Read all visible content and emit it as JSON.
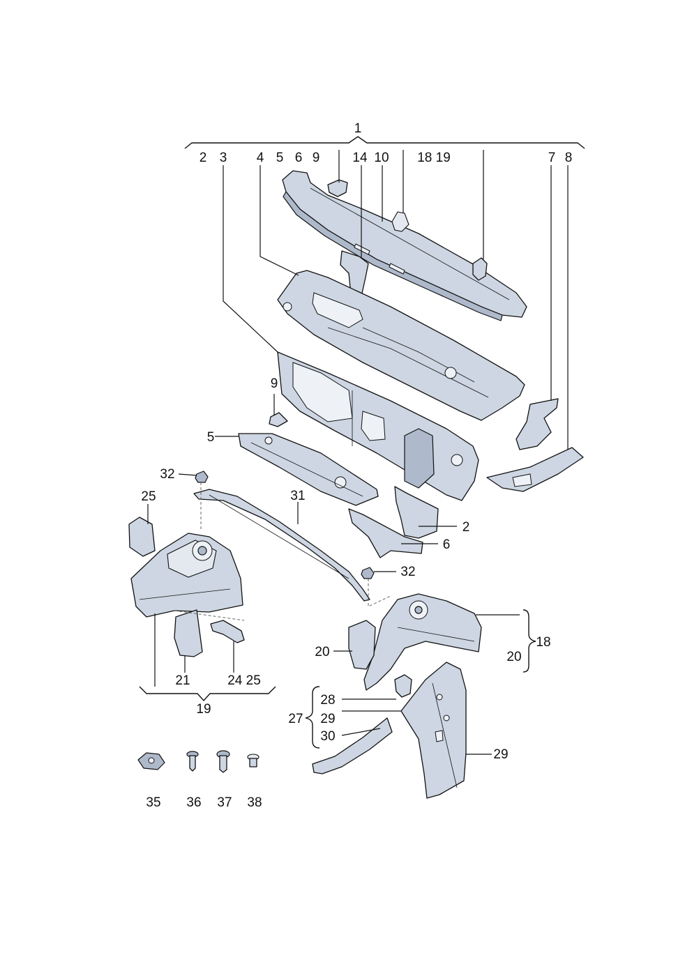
{
  "callouts": {
    "c1": "1",
    "c2_top": "2",
    "c3": "3",
    "c4": "4",
    "c5_top": "5",
    "c6_top": "6",
    "c9_top": "9",
    "c14": "14",
    "c10": "10",
    "c18_19": "18 19",
    "c7": "7",
    "c8": "8",
    "c9_mid": "9",
    "c5_mid": "5",
    "c32_left": "32",
    "c31": "31",
    "c25": "25",
    "c2_right": "2",
    "c6_right": "6",
    "c32_right": "32",
    "c18": "18",
    "c20_brace": "20",
    "c20_part": "20",
    "c21": "21",
    "c24_25": "24 25",
    "c19": "19",
    "c28": "28",
    "c27": "27",
    "c29_inner": "29",
    "c30": "30",
    "c29_right": "29",
    "c35": "35",
    "c36": "36",
    "c37": "37",
    "c38": "38"
  },
  "colors": {
    "metal": "#cdd6e2",
    "metal_shadow": "#aebacb",
    "line": "#111111"
  }
}
